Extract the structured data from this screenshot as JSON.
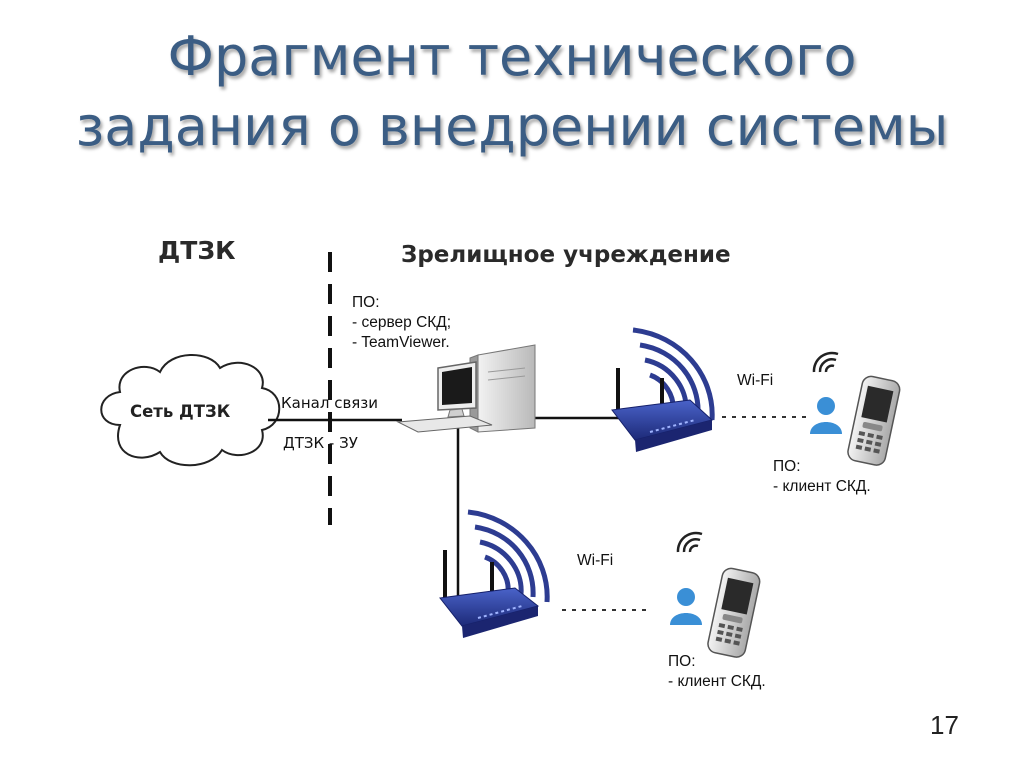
{
  "slide": {
    "title_line1": "Фрагмент технического",
    "title_line2": "задания о внедрении системы",
    "page_number": "17"
  },
  "diagram": {
    "zone_left_label": "ДТЗК",
    "zone_right_label": "Зрелищное учреждение",
    "cloud_label": "Сеть ДТЗК",
    "channel_label_1": "Канал связи",
    "channel_label_2": "ДТЗК - ЗУ",
    "server_software": {
      "heading": "ПО:",
      "items": [
        "- сервер СКД;",
        "- TeamViewer."
      ]
    },
    "wifi_label_top": "Wi-Fi",
    "wifi_label_bottom": "Wi-Fi",
    "client_top": {
      "heading": "ПО:",
      "item": "- клиент СКД."
    },
    "client_bottom": {
      "heading": "ПО:",
      "item": "- клиент СКД."
    }
  },
  "colors": {
    "title": "#3b5d84",
    "router_body": "#2c3e9a",
    "wifi_arcs": "#2d3c91",
    "person": "#3a8fd6"
  },
  "icons": [
    "cloud-icon",
    "computer-icon",
    "router-icon",
    "person-icon",
    "phone-icon",
    "signal-icon"
  ]
}
